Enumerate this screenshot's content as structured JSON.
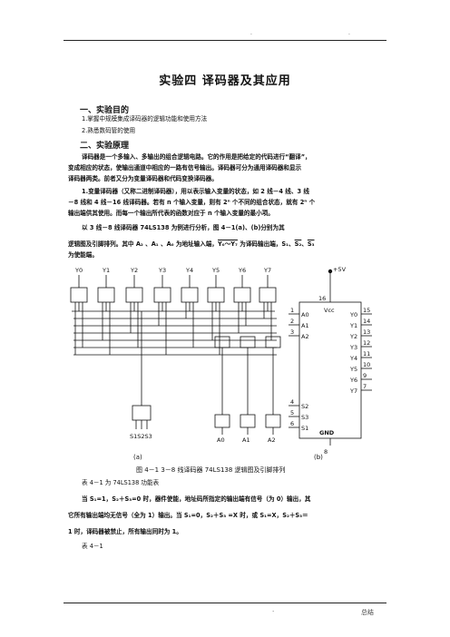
{
  "header": {
    "dot_left": "·",
    "dot_right": "·"
  },
  "title": "实验四    译码器及其应用",
  "sections": {
    "s1_heading": "一、实验目的",
    "s1_items": [
      "1.掌握中规模集成译码器的逻辑功能和使用方法",
      "2.熟悉数码管的使用"
    ],
    "s2_heading": "二、实验原理"
  },
  "paragraphs": {
    "p1_l1": "译码器是一个多输入、多输出的组合逻辑电路。它的作用是把给定的代码进行“翻译”，",
    "p1_l2": "变成相应的状态，使输出通道中相应的一路有信号输出。译码器可分为通用译码器和显示",
    "p1_l3": "译码器两类。前者又分为变量译码器和代码变换译码器。",
    "p2_l1": "1.变量译码器（又称二进制译码器），用以表示输入变量的状态，如 2 线－4 线、3 线",
    "p2_l2": "－8 线和 4 线－16 线译码器。若有 n 个输入变量，则有 2ⁿ 个不同的组合状态，就有 2ⁿ 个",
    "p2_l3": "输出端供其使用。而每一个输出所代表的函数对应于 n 个输入变量的最小项。",
    "p3_l1": "以 3 线－8 线译码器 74LS138 为例进行分析，图 4－1(a)、(b)分别为其",
    "p4_a": "逻辑图及引脚排列。其中  A₂ 、A₁ 、A₀ 为地址输入端，",
    "p4_b": "Y₀～Y₇",
    "p4_c": " 为译码输出端，S₁、",
    "p4_d": "S₂",
    "p4_e": "、",
    "p4_f": "S₃",
    "p4_g": "为使能端。"
  },
  "figure": {
    "outputs": [
      "Y0",
      "Y1",
      "Y2",
      "Y3",
      "Y4",
      "Y5",
      "Y6",
      "Y7"
    ],
    "enable_label": "S1S2S3",
    "addr_labels": [
      "A0",
      "A1",
      "A2"
    ],
    "vcc_label": "+5V",
    "chip_vcc": "Vcc",
    "chip_gnd": "GND",
    "pin16": "16",
    "pin8": "8",
    "left_pins": [
      {
        "num": "1",
        "name": "A0"
      },
      {
        "num": "2",
        "name": "A1"
      },
      {
        "num": "3",
        "name": "A2"
      },
      {
        "num": "4",
        "name": "S2"
      },
      {
        "num": "5",
        "name": "S3"
      },
      {
        "num": "6",
        "name": "S1"
      }
    ],
    "right_pins": [
      {
        "num": "15",
        "name": "Y0"
      },
      {
        "num": "14",
        "name": "Y1"
      },
      {
        "num": "13",
        "name": "Y2"
      },
      {
        "num": "12",
        "name": "Y3"
      },
      {
        "num": "11",
        "name": "Y4"
      },
      {
        "num": "10",
        "name": "Y5"
      },
      {
        "num": "9",
        "name": "Y6"
      },
      {
        "num": "7",
        "name": "Y7"
      }
    ],
    "label_a": "(a)",
    "label_b": "(b)",
    "caption": "图 4－1    3－8 线译码器 74LS138 逻辑图及引脚排列"
  },
  "after": {
    "l1": "表 4－1 为 74LS138 功能表",
    "l2": "当 S₁=1，S₂＋S₃=0 时，器件使能，地址码所指定的输出端有信号（为 0）输出，其",
    "l3": "它所有输出端均无信号（全为 1）输出。当 S₁=0，S₂＋S₃ =X 时，或 S₁=X，S₂＋S₃＝",
    "l4": "1 时，译码器被禁止，所有输出同时为 1。",
    "l5": "表 4－1"
  },
  "footer": {
    "dot": "·",
    "right": "总结"
  }
}
